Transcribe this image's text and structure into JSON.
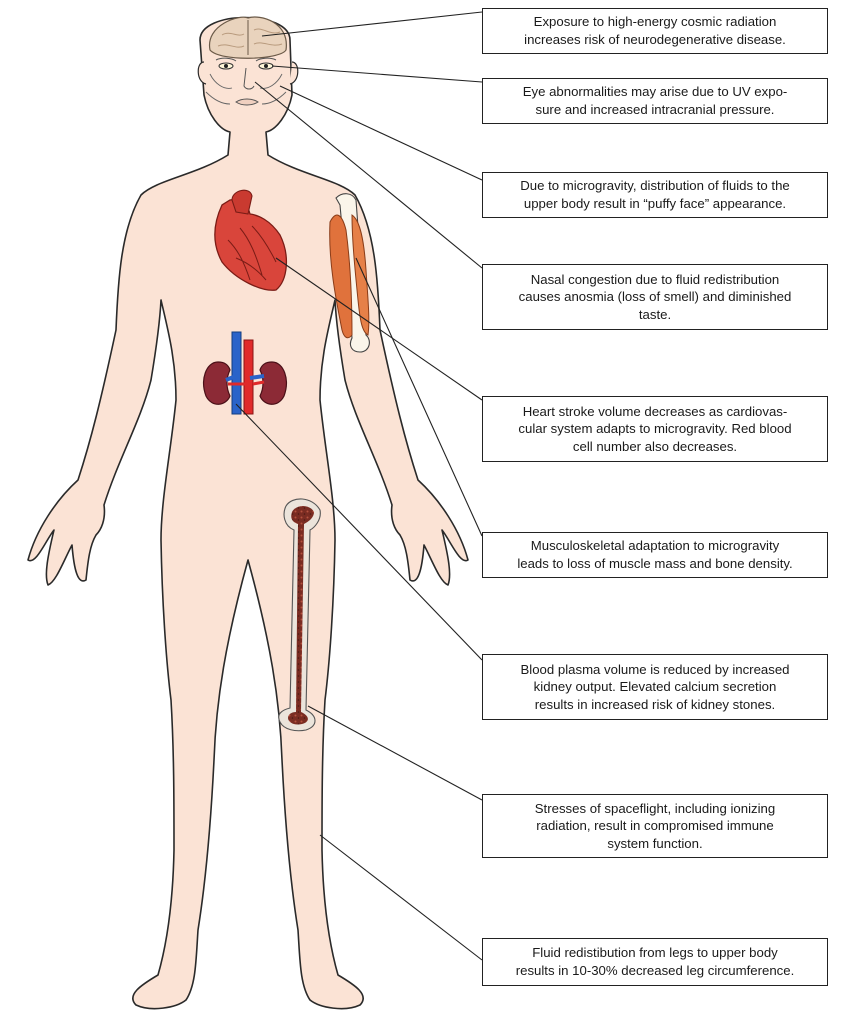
{
  "colors": {
    "skin": "#fbe3d5",
    "outline": "#2a2a2a",
    "brain": "#e9d3bd",
    "heart": "#d9453b",
    "kidney": "#8c2a36",
    "vein": "#2a63c9",
    "artery": "#e02a2a",
    "muscle": "#e0723c",
    "bone_marrow": "#7a2c22"
  },
  "callouts": [
    {
      "id": "brain",
      "lines": [
        "Exposure to high-energy cosmic radiation",
        "increases risk of neurodegenerative disease."
      ]
    },
    {
      "id": "eyes",
      "lines": [
        "Eye abnormalities may arise due to UV expo-",
        "sure and increased intracranial pressure."
      ]
    },
    {
      "id": "face",
      "lines": [
        "Due to microgravity, distribution of fluids to the",
        "upper body result in “puffy face” appearance."
      ]
    },
    {
      "id": "nose",
      "lines": [
        "Nasal congestion due to fluid redistribution",
        "causes anosmia (loss of smell) and diminished",
        "taste."
      ]
    },
    {
      "id": "heart",
      "lines": [
        "Heart stroke volume decreases as cardiovas-",
        "cular system adapts to microgravity.  Red blood",
        "cell number also decreases."
      ]
    },
    {
      "id": "muscle",
      "lines": [
        "Musculoskeletal adaptation to microgravity",
        "leads to loss of muscle mass and bone density."
      ]
    },
    {
      "id": "kidney",
      "lines": [
        "Blood plasma volume is reduced by increased",
        "kidney output.  Elevated calcium secretion",
        "results in increased risk of kidney stones."
      ]
    },
    {
      "id": "immune",
      "lines": [
        "Stresses of spaceflight, including ionizing",
        "radiation, result in compromised immune",
        "system function."
      ]
    },
    {
      "id": "legs",
      "lines": [
        "Fluid redistibution from legs to upper body",
        "results in 10-30% decreased leg circumference."
      ]
    }
  ]
}
